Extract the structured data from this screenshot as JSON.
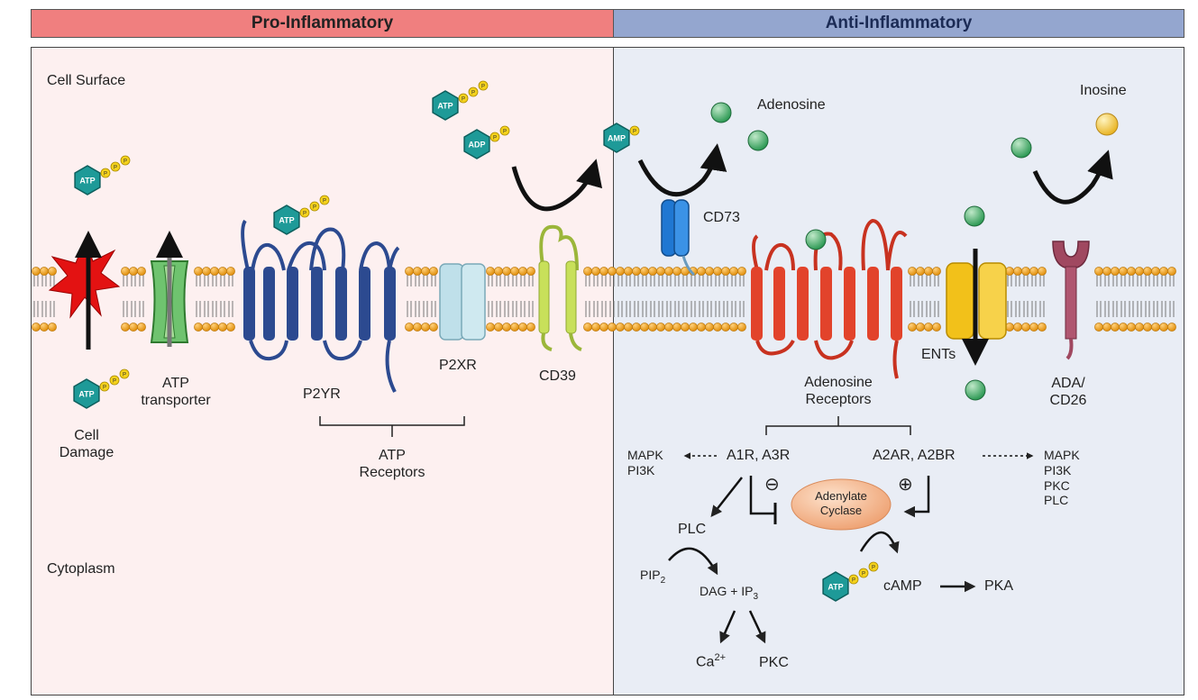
{
  "header": {
    "pro_title": "Pro-Inflammatory",
    "anti_title": "Anti-Inflammatory"
  },
  "colors": {
    "pro_header": "#f07f7f",
    "pro_bg": "#fdf0f0",
    "anti_header": "#94a6cf",
    "anti_bg": "#e9edf5",
    "membrane_head": "#f0a21c",
    "p2yr": "#2c4a90",
    "p2xr": "#bfe0ea",
    "cd39": "#c8e05a",
    "cd73": "#1f77d2",
    "adenosine_receptor": "#e2432b",
    "ent": "#f2c11a",
    "ada": "#a04860",
    "adenosine": "#2e9a55",
    "inosine": "#f5c533",
    "atp": "#1e9a98",
    "adenylate_cyclase": "#f3b28a"
  },
  "icons": [
    "atp-molecule-icon",
    "adp-molecule-icon",
    "amp-molecule-icon",
    "adenosine-sphere-icon",
    "inosine-sphere-icon",
    "damage-burst-icon"
  ],
  "labels": {
    "cell_surface": "Cell Surface",
    "cytoplasm": "Cytoplasm",
    "cell_damage": "Cell\nDamage",
    "atp_transporter": "ATP\ntransporter",
    "p2yr": "P2YR",
    "p2xr": "P2XR",
    "cd39": "CD39",
    "atp_receptors": "ATP\nReceptors",
    "cd73": "CD73",
    "adenosine": "Adenosine",
    "inosine": "Inosine",
    "adenosine_receptors": "Adenosine\nReceptors",
    "ents": "ENTs",
    "ada_cd26": "ADA/\nCD26",
    "a1r_a3r": "A1R, A3R",
    "a2ar_a2br": "A2AR, A2BR",
    "mapk_pi3k_left": "MAPK\nPI3K",
    "mapk_right": "MAPK\nPI3K\nPKC\nPLC",
    "adenylate_cyclase": "Adenylate\nCyclase",
    "minus": "⊖",
    "plus": "⊕",
    "plc": "PLC",
    "pip2": "PIP",
    "pip2_sub": "2",
    "dag_ip3": "DAG + IP",
    "dag_ip3_sub": "3",
    "ca": "Ca",
    "ca_sup": "2+",
    "pkc": "PKC",
    "camp": "cAMP",
    "pka": "PKA",
    "atp": "ATP",
    "adp": "ADP",
    "amp": "AMP",
    "p": "P"
  }
}
